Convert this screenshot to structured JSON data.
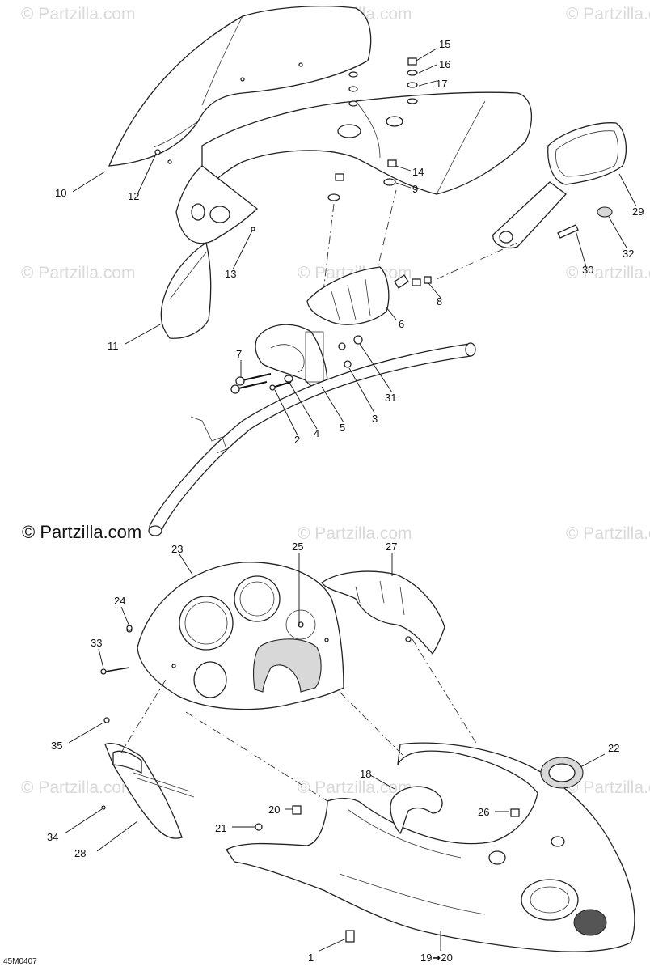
{
  "watermarks": {
    "text": "© Partzilla.com",
    "main": "© Partzilla.com"
  },
  "diagram_code": "45M0407",
  "callouts": [
    "15",
    "16",
    "17",
    "14",
    "9",
    "10",
    "12",
    "13",
    "11",
    "29",
    "32",
    "30",
    "8",
    "6",
    "7",
    "31",
    "3",
    "2",
    "4",
    "5",
    "23",
    "25",
    "27",
    "24",
    "33",
    "35",
    "34",
    "28",
    "22",
    "18",
    "20",
    "21",
    "26",
    "1",
    "19➔20"
  ]
}
